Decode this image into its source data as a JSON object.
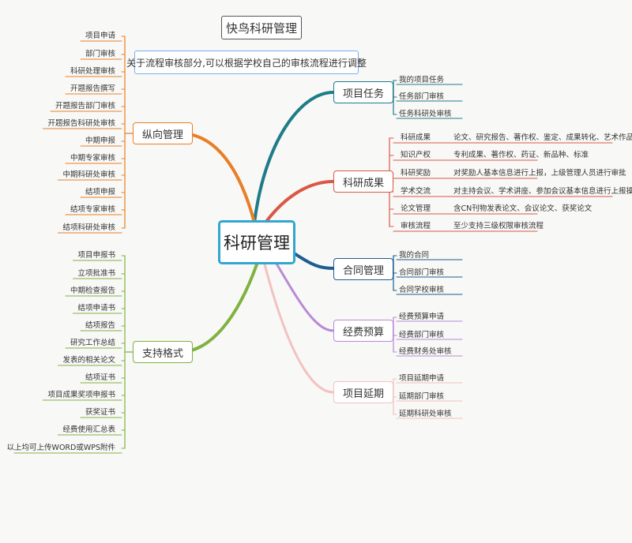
{
  "title": "快鸟科研管理",
  "note": "关于流程审核部分,可以根据学校自己的审核流程进行调整",
  "center": "科研管理",
  "branches": {
    "xiangmu": {
      "label": "项目任务",
      "color": "#1e7b8a",
      "children": [
        "我的项目任务",
        "任务部门审核",
        "任务科研处审核"
      ]
    },
    "chengguo": {
      "label": "科研成果",
      "color": "#d95846",
      "children": [
        {
          "label": "科研成果",
          "detail": "论文、研究报告、著作权、鉴定、成果转化、艺术作品"
        },
        {
          "label": "知识产权",
          "detail": "专利成果、著作权、药证、新品种、标准"
        },
        {
          "label": "科研奖励",
          "detail": "对奖励人基本信息进行上报，上级管理人员进行审批"
        },
        {
          "label": "学术交流",
          "detail": "对主持会议、学术讲座、参加会议基本信息进行上报操作"
        },
        {
          "label": "论文管理",
          "detail": "含CN刊物发表论文、会议论文、获奖论文"
        },
        {
          "label": "审核流程",
          "detail": "至少支持三级权限审核流程"
        }
      ]
    },
    "hetong": {
      "label": "合同管理",
      "color": "#1d5d93",
      "children": [
        "我的合同",
        "合同部门审核",
        "合同学校审核"
      ]
    },
    "jingfei": {
      "label": "经费预算",
      "color": "#b98ad6",
      "children": [
        "经费预算申请",
        "经费部门审核",
        "经费财务处审核"
      ]
    },
    "yanqi": {
      "label": "项目延期",
      "color": "#f2c2c0",
      "children": [
        "项目延期申请",
        "延期部门审核",
        "延期科研处审核"
      ]
    },
    "zongxiang": {
      "label": "纵向管理",
      "color": "#e87f27",
      "children": [
        "项目申请",
        "部门审核",
        "科研处理审核",
        "开题报告撰写",
        "开题报告部门审核",
        "开题报告科研处审核",
        "中期申报",
        "中期专家审核",
        "中期科研处审核",
        "结项申报",
        "结项专家审核",
        "结项科研处审核"
      ]
    },
    "zhichi": {
      "label": "支持格式",
      "color": "#7fb241",
      "children": [
        "项目申报书",
        "立项批准书",
        "中期检查报告",
        "结项申请书",
        "结项报告",
        "研究工作总结",
        "发表的相关论文",
        "结项证书",
        "项目成果奖项申报书",
        "获奖证书",
        "经费使用汇总表",
        "以上均可上传WORD或WPS附件"
      ]
    }
  }
}
